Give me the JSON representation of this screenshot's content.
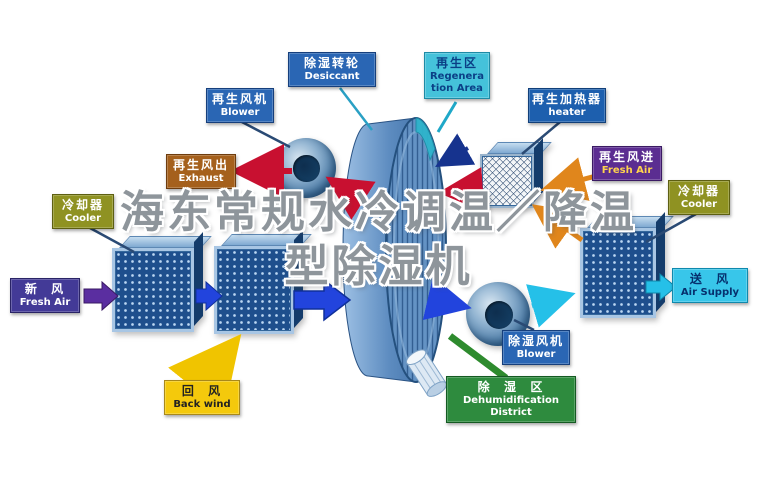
{
  "title": {
    "line1": "海东常规水冷调温／降温",
    "line2": "型除湿机"
  },
  "labels": {
    "desiccant": {
      "zh": "除湿转轮",
      "en": "Desiccant"
    },
    "regeneration_area": {
      "zh": "再生区",
      "en": "Regeneration Area"
    },
    "regen_blower": {
      "zh": "再生风机",
      "en": "Blower"
    },
    "regen_heater": {
      "zh": "再生加热器",
      "en": "heater"
    },
    "exhaust": {
      "zh": "再生风出",
      "en": "Exhaust"
    },
    "regen_fresh_air": {
      "zh": "再生风进",
      "en": "Fresh Air"
    },
    "cooler_left": {
      "zh": "冷却器",
      "en": "Cooler"
    },
    "cooler_right": {
      "zh": "冷却器",
      "en": "Cooler"
    },
    "fresh_air": {
      "zh": "新  风",
      "en": "Fresh Air"
    },
    "air_supply": {
      "zh": "送  风",
      "en": "Air Supply"
    },
    "back_wind": {
      "zh": "回  风",
      "en": "Back wind"
    },
    "dehumid_blower": {
      "zh": "除湿风机",
      "en": "Blower"
    },
    "dehumid_district": {
      "zh": "除  湿  区",
      "en_line1": "Dehumidification",
      "en_line2": "District"
    }
  },
  "colors": {
    "label_blue": "#2a66b4",
    "label_cyan": "#45c2da",
    "label_purple": "#5b2d91",
    "label_indigo": "#433a97",
    "label_olive": "#8f9222",
    "label_brown": "#a5601c",
    "label_yellow": "#f4c90c",
    "label_green": "#2e8b3e",
    "arrow_red": "#c81030",
    "arrow_orange": "#e0861c",
    "arrow_blue": "#2244dd",
    "arrow_cyan": "#25c0e8",
    "arrow_yellow": "#f0c400",
    "arrow_purple": "#5a2ea0",
    "arrow_green": "#2e8b2e"
  }
}
